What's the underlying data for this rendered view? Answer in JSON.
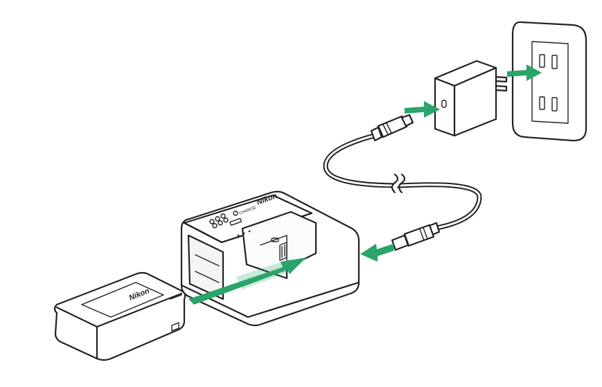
{
  "diagram": {
    "charger_logo": "Nikon",
    "battery_logo": "Nikon",
    "charge_label": "CHARGE",
    "colors": {
      "arrow": "#2aa46a",
      "outline": "#231f20",
      "fill": "#ffffff"
    },
    "icons": [
      "wall-outlet-icon",
      "ac-adapter-icon",
      "usb-cable-icon",
      "battery-charger-icon",
      "battery-pack-icon",
      "insert-arrow-icon"
    ]
  }
}
